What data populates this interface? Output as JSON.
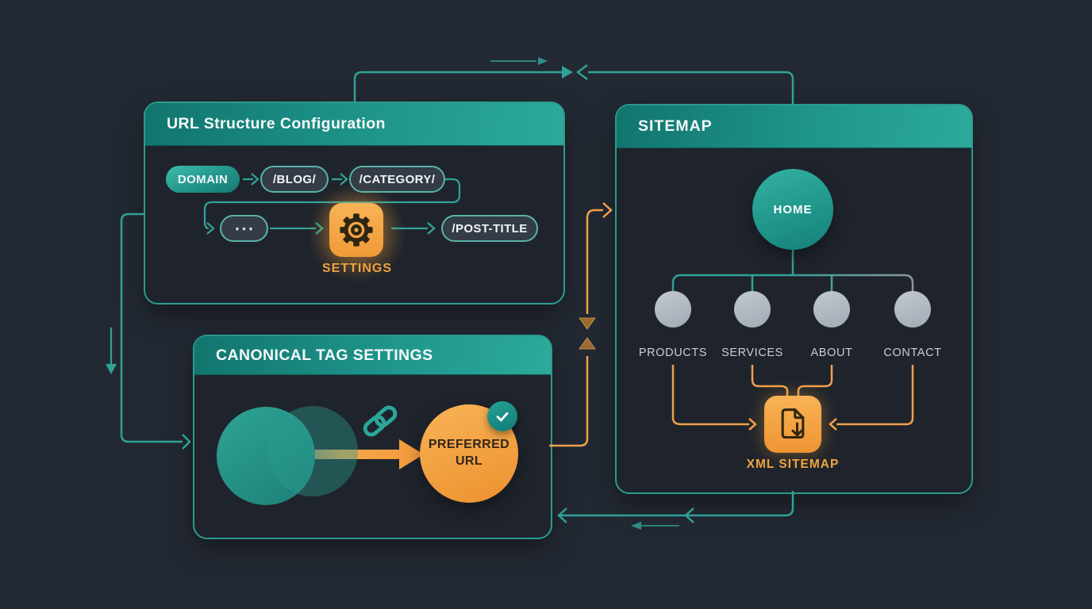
{
  "colors": {
    "teal_accent": "#2fa298",
    "teal_header": "#1f958b",
    "orange_accent": "#f0a04b",
    "background": "#232933",
    "panel_background": "#1f242c",
    "gray_node": "#b2b9c2"
  },
  "panels": {
    "url_structure": {
      "title": "URL Structure Configuration",
      "pills": [
        "DOMAIN",
        "/BLOG/",
        "/CATEGORY/"
      ],
      "ellipsis": "•••",
      "settings_label": "SETTINGS",
      "post_title_pill": "/POST-TITLE"
    },
    "canonical": {
      "title": "CANONICAL TAG SETTINGS",
      "preferred_line1": "PREFERRED",
      "preferred_line2": "URL"
    },
    "sitemap": {
      "title": "SITEMAP",
      "root_label": "HOME",
      "children": [
        "PRODUCTS",
        "SERVICES",
        "ABOUT",
        "CONTACT"
      ],
      "xml_label": "XML SITEMAP"
    }
  },
  "icons": {
    "settings": "gear-icon",
    "canonical_link": "chain-link-icon",
    "preferred_check": "checkmark-icon",
    "xml_file": "file-download-icon",
    "merge": "collapse-arrows-icon"
  }
}
